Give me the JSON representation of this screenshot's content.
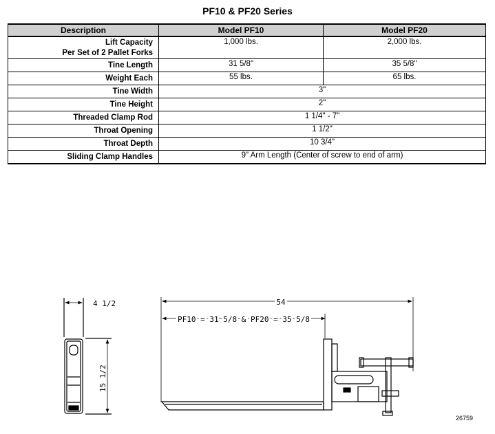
{
  "title": "PF10 & PF20 Series",
  "table": {
    "headers": [
      "Description",
      "Model PF10",
      "Model PF20"
    ],
    "rows": {
      "lift": {
        "label_line1": "Lift Capacity",
        "label_line2": "Per Set of 2 Pallet Forks",
        "pf10": "1,000 lbs.",
        "pf20": "2,000 lbs."
      },
      "tine_length": {
        "label": "Tine Length",
        "pf10": "31 5/8\"",
        "pf20": "35 5/8\""
      },
      "weight": {
        "label": "Weight Each",
        "pf10": "55 lbs.",
        "pf20": "65 lbs."
      },
      "tine_width": {
        "label": "Tine Width",
        "value": "3\""
      },
      "tine_height": {
        "label": "Tine Height",
        "value": "2\""
      },
      "clamp_rod": {
        "label": "Threaded Clamp Rod",
        "value": "1 1/4\" - 7\""
      },
      "throat_opening": {
        "label": "Throat Opening",
        "value": "1 1/2\""
      },
      "throat_depth": {
        "label": "Throat Depth",
        "value": "10 3/4\""
      },
      "clamp_handles": {
        "label": "Sliding Clamp Handles",
        "value": "9\" Arm Length (Center of screw to end of arm)"
      }
    }
  },
  "drawing": {
    "dim_width": "4 1/2",
    "dim_height": "15 1/2",
    "dim_overall": "54",
    "dim_tine": "PF10 = 31 5/8 & PF20 = 35 5/8",
    "figure_number": "26759"
  }
}
